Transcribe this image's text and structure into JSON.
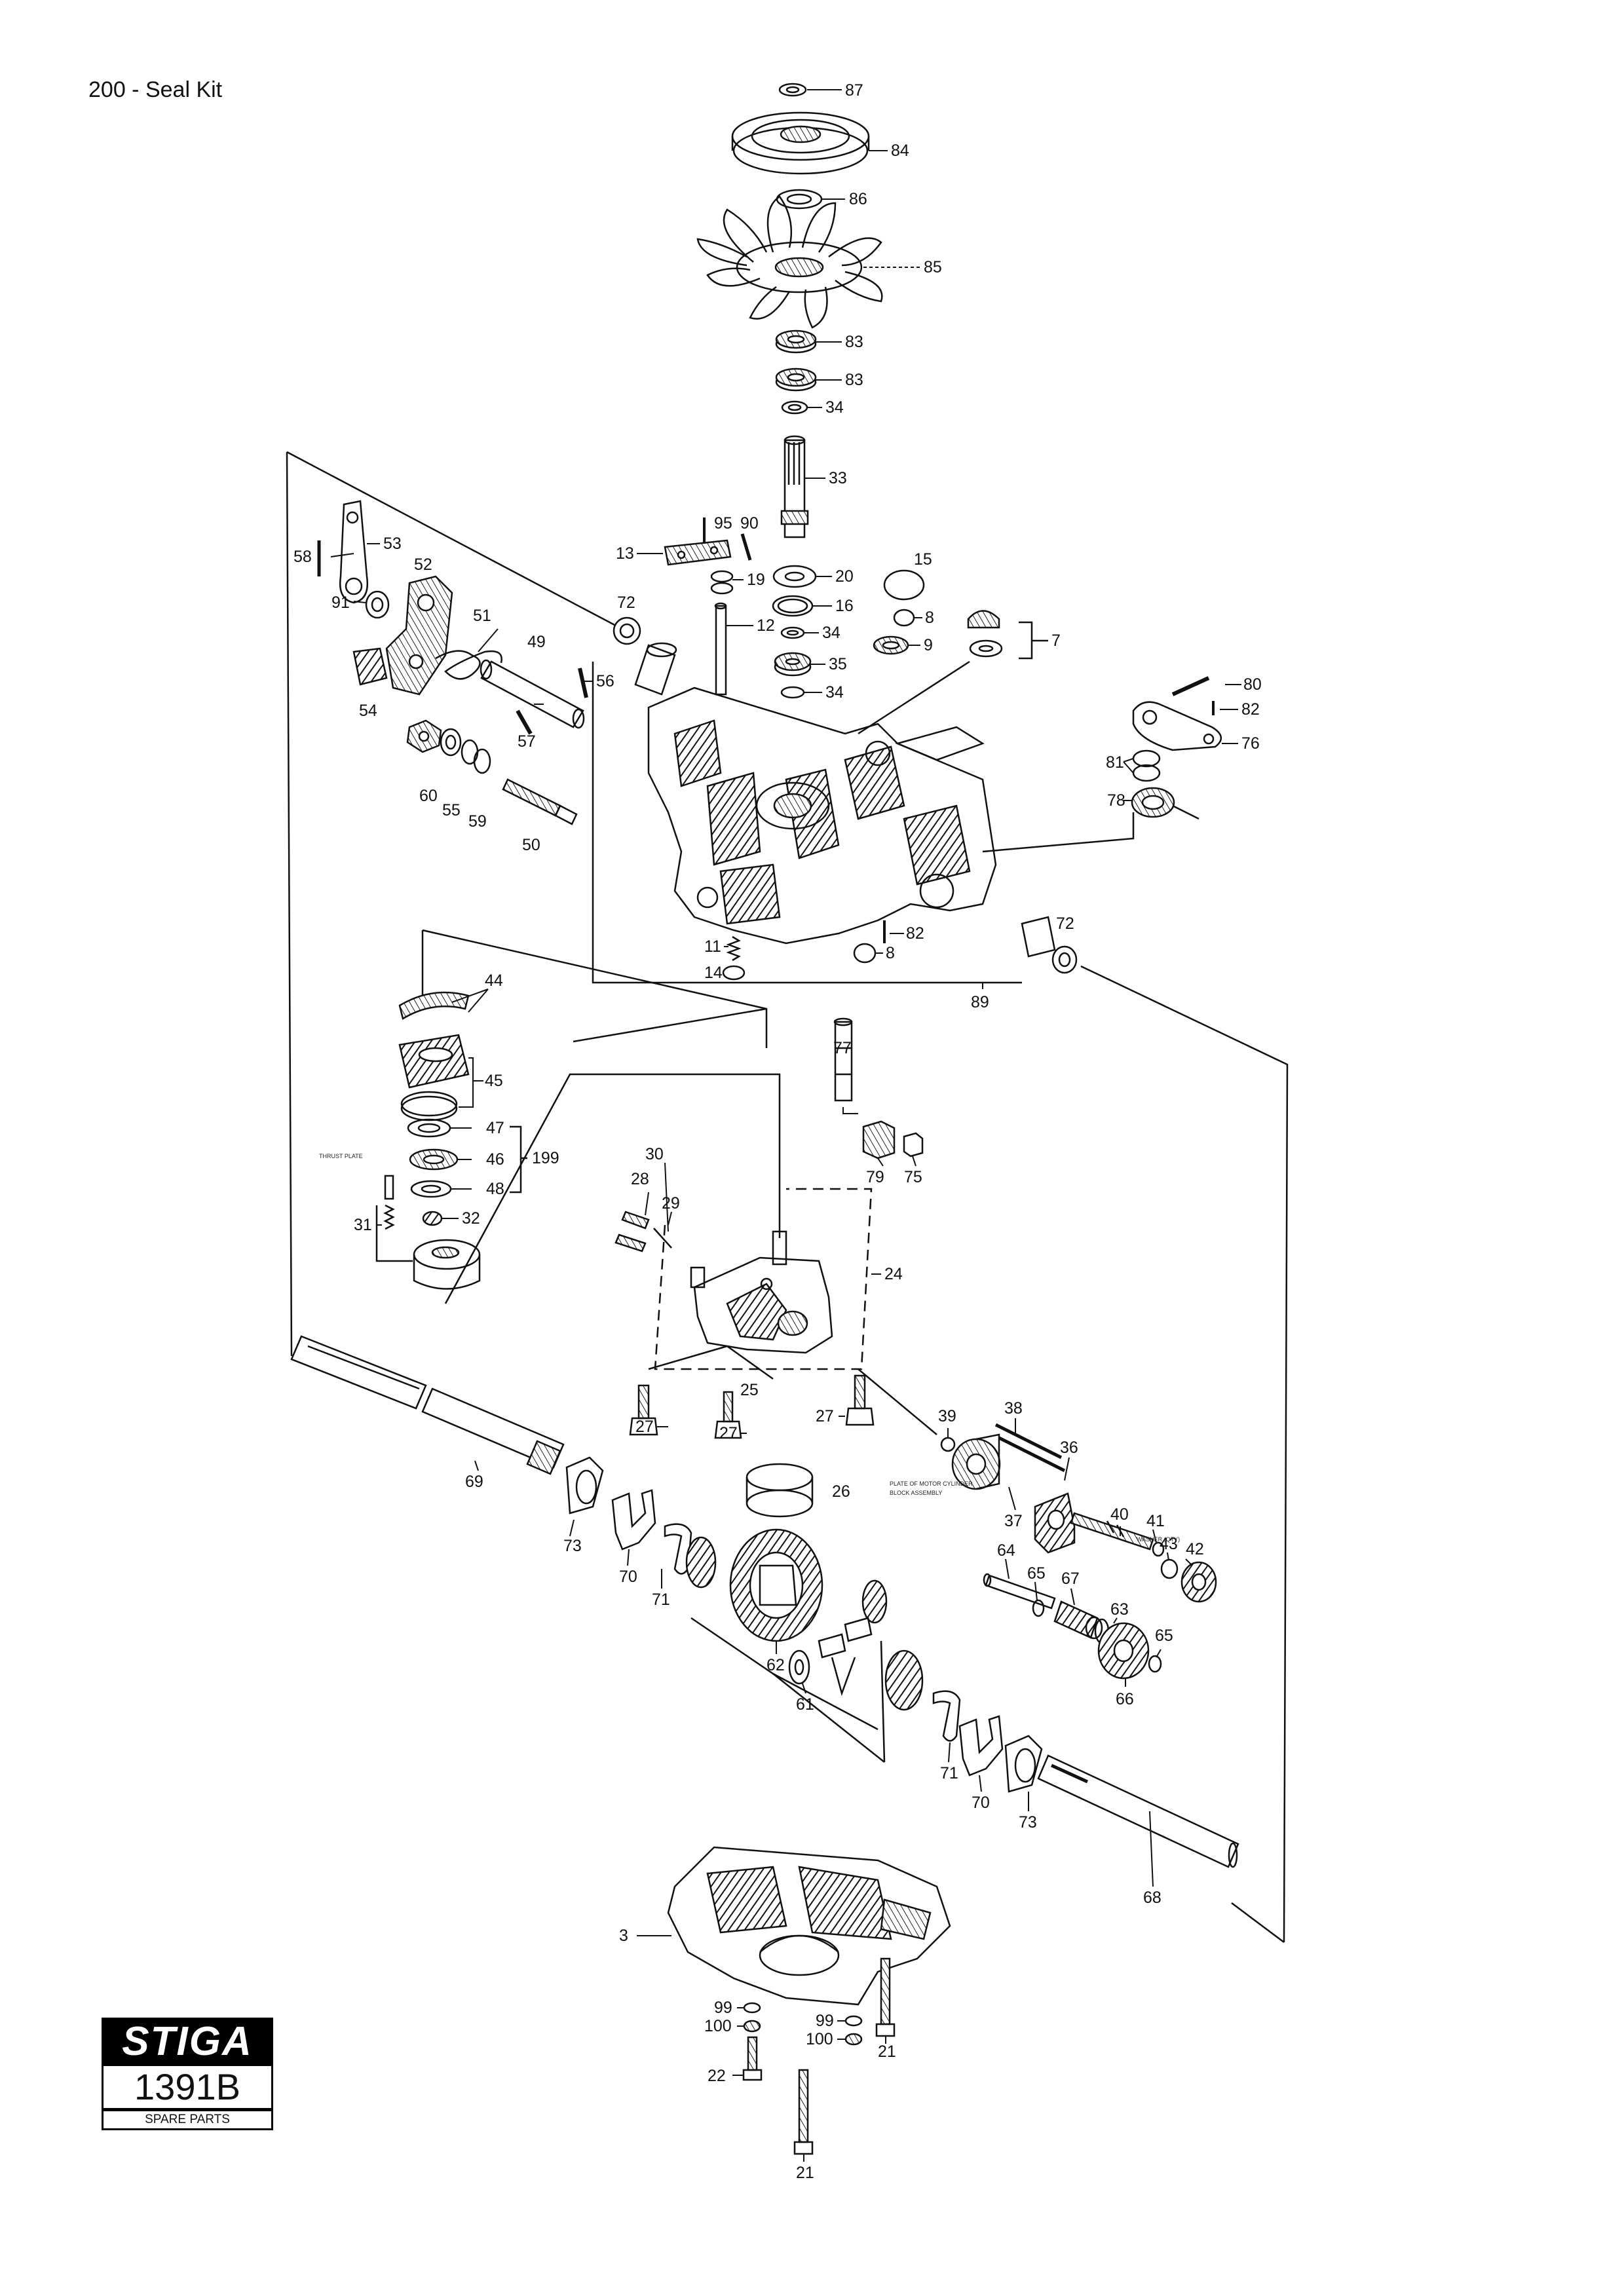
{
  "page": {
    "title": "200 - Seal Kit"
  },
  "logo": {
    "brand": "STIGA",
    "model": "1391B",
    "caption": "SPARE PARTS"
  },
  "labels": {
    "l87": "87",
    "l84": "84",
    "l86": "86",
    "l85": "85",
    "l83a": "83",
    "l83b": "83",
    "l34a": "34",
    "l33": "33",
    "l95": "95",
    "l90": "90",
    "l13": "13",
    "l19": "19",
    "l12": "12",
    "l20": "20",
    "l16": "16",
    "l34b": "34",
    "l35": "35",
    "l34c": "34",
    "l15": "15",
    "l8a": "8",
    "l9": "9",
    "l7": "7",
    "l58": "58",
    "l53": "53",
    "l52": "52",
    "l91": "91",
    "l51": "51",
    "l72a": "72",
    "l49": "49",
    "l56": "56",
    "l54": "54",
    "l57": "57",
    "l60": "60",
    "l55": "55",
    "l59": "59",
    "l50": "50",
    "l80": "80",
    "l82a": "82",
    "l76": "76",
    "l81": "81",
    "l78": "78",
    "l11": "11",
    "l14": "14",
    "l82b": "82",
    "l8b": "8",
    "l72b": "72",
    "l89": "89",
    "l44": "44",
    "l45": "45",
    "l47": "47",
    "l46": "46",
    "l199": "199",
    "l48": "48",
    "l31": "31",
    "l32": "32",
    "l77": "77",
    "l79": "79",
    "l75": "75",
    "l30": "30",
    "l28": "28",
    "l29": "29",
    "l24": "24",
    "l25": "25",
    "l27a": "27",
    "l27b": "27",
    "l27c": "27",
    "l39": "39",
    "l38": "38",
    "l36": "36",
    "l37": "37",
    "l40": "40",
    "l41": "41",
    "l43": "43",
    "l42": "42",
    "l64": "64",
    "l65a": "65",
    "l67": "67",
    "l63": "63",
    "l65b": "65",
    "l66": "66",
    "l69": "69",
    "l73a": "73",
    "l70a": "70",
    "l71a": "71",
    "l62": "62",
    "l26": "26",
    "l61": "61",
    "l71b": "71",
    "l70b": "70",
    "l73b": "73",
    "l68": "68",
    "l3": "3",
    "l99a": "99",
    "l100a": "100",
    "l22": "22",
    "l99b": "99",
    "l100b": "100",
    "l21a": "21",
    "l21b": "21"
  }
}
